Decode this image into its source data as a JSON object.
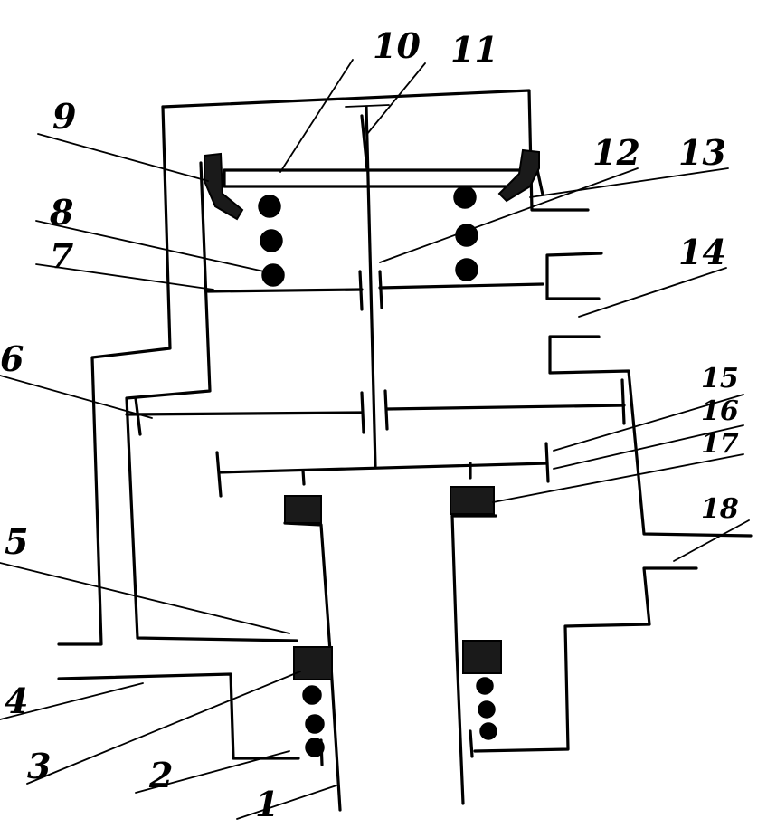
{
  "figure": {
    "labels": {
      "l1": "1",
      "l2": "2",
      "l3": "3",
      "l4": "4",
      "l5": "5",
      "l6": "6",
      "l7": "7",
      "l8": "8",
      "l9": "9",
      "l10": "10",
      "l11": "11",
      "l12": "12",
      "l13": "13",
      "l14": "14",
      "l15": "15",
      "l16": "16",
      "l17": "17",
      "l18": "18"
    },
    "colors": {
      "ink": "#000000",
      "paper": "#ffffff"
    }
  }
}
